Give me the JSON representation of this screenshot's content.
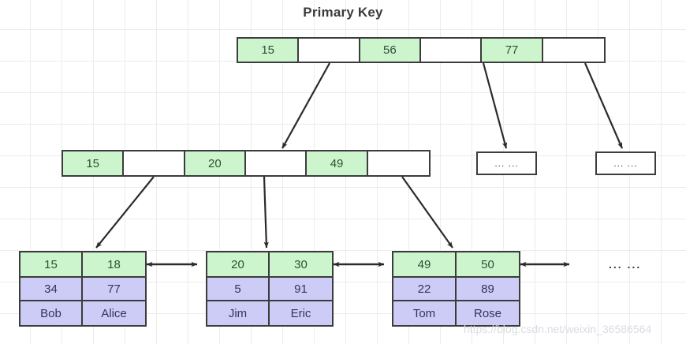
{
  "title": "Primary Key",
  "watermark": "https://blog.csdn.net/weixin_36586564",
  "colors": {
    "key_fill": "#ccf5cd",
    "data_fill": "#ccccf7",
    "border": "#3c3c3c",
    "grid": "#ececec",
    "background": "#ffffff",
    "title_text": "#3b3b3b",
    "watermark_text": "#d9dce4"
  },
  "root_node": {
    "name": "root-node",
    "cells": [
      {
        "label": "15",
        "type": "key"
      },
      {
        "label": "",
        "type": "pointer"
      },
      {
        "label": "56",
        "type": "key"
      },
      {
        "label": "",
        "type": "pointer"
      },
      {
        "label": "77",
        "type": "key"
      },
      {
        "label": "",
        "type": "pointer"
      }
    ]
  },
  "internal_node": {
    "name": "internal-node",
    "cells": [
      {
        "label": "15",
        "type": "key"
      },
      {
        "label": "",
        "type": "pointer"
      },
      {
        "label": "20",
        "type": "key"
      },
      {
        "label": "",
        "type": "pointer"
      },
      {
        "label": "49",
        "type": "key"
      },
      {
        "label": "",
        "type": "pointer"
      }
    ]
  },
  "ellipsis_nodes": [
    {
      "label": "... ..."
    },
    {
      "label": "... ..."
    }
  ],
  "tail_ellipsis": "... ...",
  "leaf_nodes": [
    {
      "keys": [
        "15",
        "18"
      ],
      "values": [
        "34",
        "77"
      ],
      "names": [
        "Bob",
        "Alice"
      ]
    },
    {
      "keys": [
        "20",
        "30"
      ],
      "values": [
        "5",
        "91"
      ],
      "names": [
        "Jim",
        "Eric"
      ]
    },
    {
      "keys": [
        "49",
        "50"
      ],
      "values": [
        "22",
        "89"
      ],
      "names": [
        "Tom",
        "Rose"
      ]
    }
  ],
  "diagram_data": {
    "type": "diagram",
    "structure": "b-plus-tree",
    "levels": 3,
    "root_keys": [
      "15",
      "56",
      "77"
    ],
    "internal_keys": [
      "15",
      "20",
      "49"
    ],
    "leaf_records": [
      {
        "key": "15",
        "value": "34",
        "name": "Bob"
      },
      {
        "key": "18",
        "value": "77",
        "name": "Alice"
      },
      {
        "key": "20",
        "value": "5",
        "name": "Jim"
      },
      {
        "key": "30",
        "value": "91",
        "name": "Eric"
      },
      {
        "key": "49",
        "value": "22",
        "name": "Tom"
      },
      {
        "key": "50",
        "value": "89",
        "name": "Rose"
      }
    ],
    "leaf_links": "bidirectional"
  }
}
